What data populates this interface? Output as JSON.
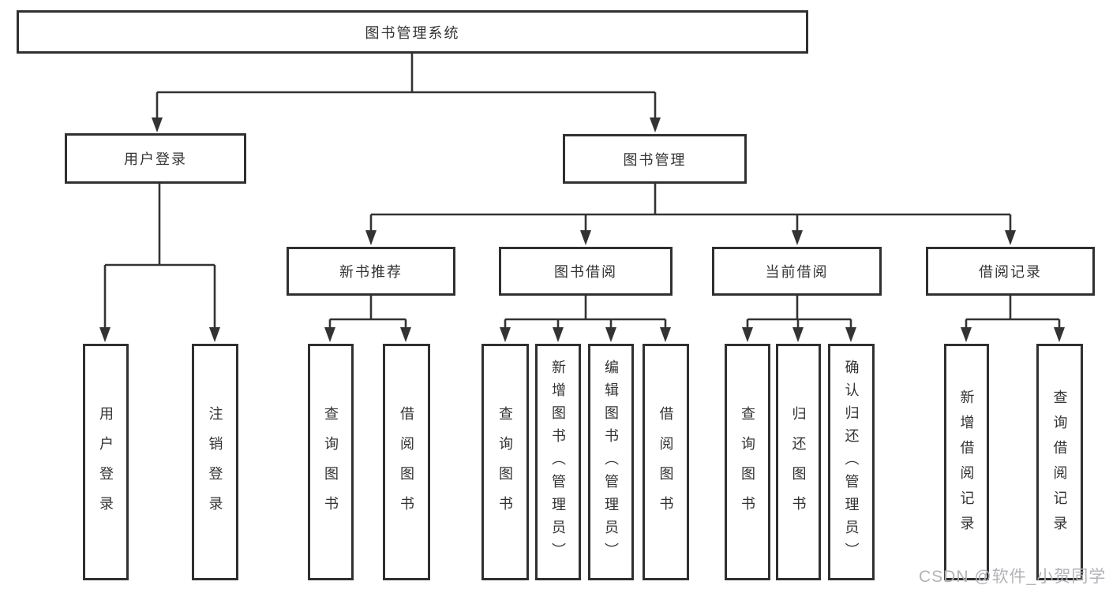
{
  "diagram": {
    "root_label": "图书管理系统",
    "branches": {
      "user_login": {
        "label": "用户登录",
        "children": [
          "用户登录",
          "注销登录"
        ]
      },
      "book_mgmt": {
        "label": "图书管理",
        "modules": [
          {
            "label": "新书推荐",
            "children": [
              "查询图书",
              "借阅图书"
            ]
          },
          {
            "label": "图书借阅",
            "children": [
              "查询图书",
              "新增图书（管理员）",
              "编辑图书（管理员）",
              "借阅图书"
            ]
          },
          {
            "label": "当前借阅",
            "children": [
              "查询图书",
              "归还图书",
              "确认归还（管理员）"
            ]
          },
          {
            "label": "借阅记录",
            "children": [
              "新增借阅记录",
              "查询借阅记录"
            ]
          }
        ]
      }
    }
  },
  "watermark": "CSDN @软件_小贺同学",
  "colors": {
    "line": "#333333",
    "box_border": "#303030",
    "text": "#333333",
    "watermark": "#b3b3b7"
  }
}
